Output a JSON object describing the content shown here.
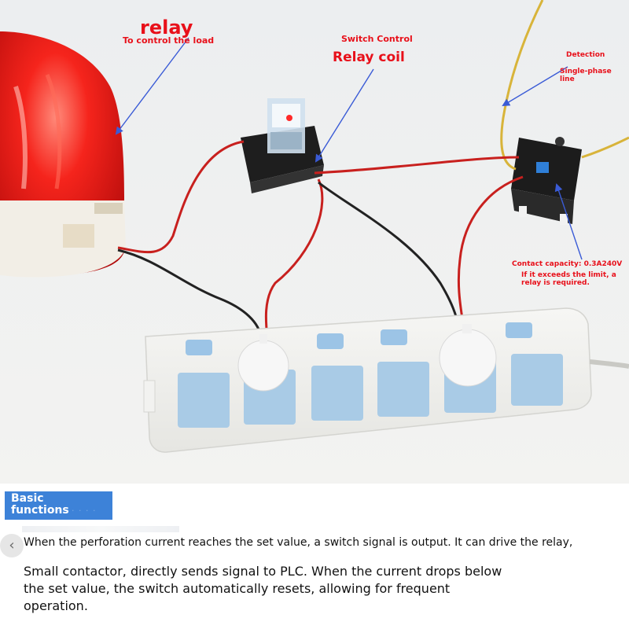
{
  "annotations": {
    "relay_title": "relay",
    "relay_subtitle": "To control the load",
    "switch_control": "Switch Control",
    "relay_coil": "Relay coil",
    "detection": "Detection",
    "single_phase_line": "Single-phase\nline",
    "contact_capacity": "Contact capacity: 0.3A240V",
    "limit_note": "If it exceeds the limit, a\nrelay is required."
  },
  "badge": {
    "label": "Basic\nfunctions"
  },
  "navigation": {
    "prev_icon": "chevron-left-icon",
    "prev_glyph": "‹"
  },
  "description": {
    "line1": "When the perforation current reaches the set value, a switch signal is output. It can drive the relay,",
    "line2": "Small contactor, directly sends signal to PLC. When the current drops below the set value, the switch automatically resets, allowing for frequent operation."
  },
  "colors": {
    "annotation_red": "#e8101a",
    "badge_blue": "#3d82d8",
    "arrow_blue": "#3a5bd6",
    "socket_blue": "#a9cbe6",
    "wire_red": "#c8201e",
    "wire_yellow": "#d8b43a"
  }
}
